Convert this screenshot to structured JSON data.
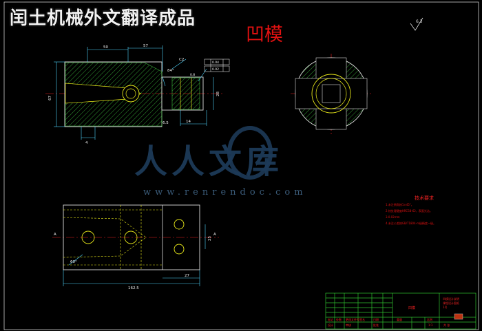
{
  "header": {
    "title": "闰土机械外文翻译成品",
    "subtitle": "凹模"
  },
  "watermark": {
    "text": "人人文库",
    "url": "www.renrendoc.com"
  },
  "roughness": {
    "value": "6.3"
  },
  "top_view": {
    "dims": {
      "width_left": "50",
      "width_right": "57",
      "angle": "84°",
      "chamfer": "C2",
      "tol_1": "0.04",
      "tol_2": "0.02",
      "height_left": "67",
      "dia_bottom": "0.8",
      "right_height": "28",
      "bottom_small": "4",
      "bottom_center": "14",
      "bottom_right": "6.5"
    }
  },
  "bottom_view": {
    "dims": {
      "overall": "162.5",
      "right": "27",
      "side": "25",
      "angle": "60°",
      "left_marker": "A",
      "right_marker": "A"
    }
  },
  "tech_req": {
    "title": "技术要求",
    "items": [
      "1.未注倒角按1×45°。",
      "2.热处理硬度HRC58-62，表面光洁。",
      "3.0.02mm",
      "4.未注公差按GB/T1804-m级精度一级。"
    ]
  },
  "title_block": {
    "name": "凹模",
    "scale": "1:1",
    "org_text": "凹模设计说明",
    "org_sub": "课程设计图纸",
    "org_code": "1号",
    "row_labels": [
      "标记",
      "处数",
      "更改文件号",
      "签名",
      "日期"
    ],
    "designer": "设计",
    "checker": "审核",
    "approver": "批准",
    "weight": "重量",
    "ratio": "比例",
    "sheet": "共 张"
  }
}
